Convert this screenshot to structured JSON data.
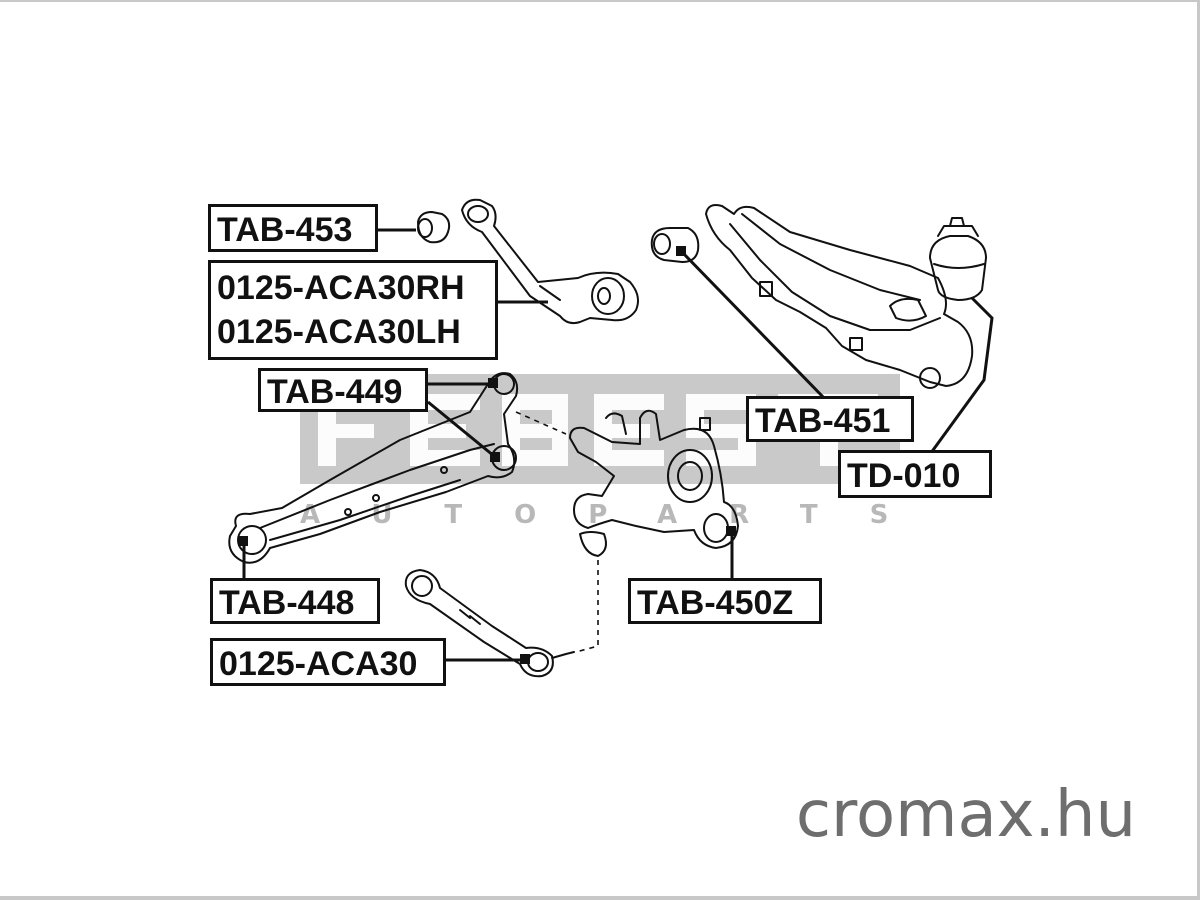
{
  "labels": {
    "tab453": "TAB-453",
    "aca30rh": "0125-ACA30RH",
    "aca30lh": "0125-ACA30LH",
    "tab449": "TAB-449",
    "tab451": "TAB-451",
    "td010": "TD-010",
    "tab448": "TAB-448",
    "tab450z": "TAB-450Z",
    "aca30": "0125-ACA30"
  },
  "watermark": {
    "logo": "FEBEST",
    "tagline": "AUTOPARTS"
  },
  "brand": "cromax.hu",
  "colors": {
    "ink": "#111111",
    "watermark": "#b4b4b4",
    "brand": "#6e6e6e"
  }
}
